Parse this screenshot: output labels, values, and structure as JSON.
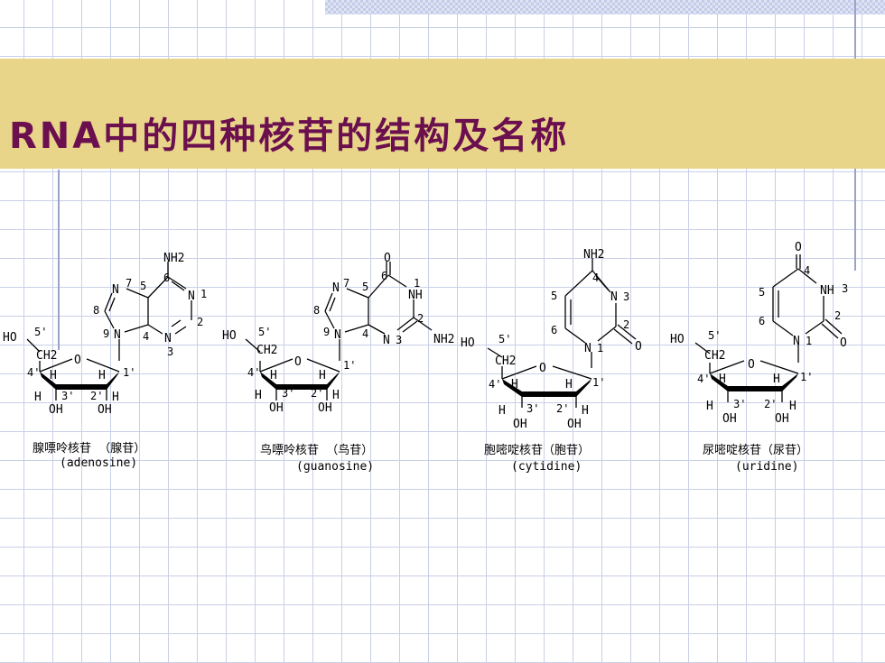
{
  "slide": {
    "title": "RNA中的四种核苷的结构及名称"
  },
  "nucleosides": [
    {
      "name_cn": "腺嘌呤核苷  （腺苷）",
      "name_en": "(adenosine)",
      "base": {
        "substituent": "NH2",
        "atoms": [
          "N",
          "N",
          "N",
          "N"
        ],
        "ring_numbers": [
          "1",
          "2",
          "3",
          "4",
          "5",
          "6",
          "7",
          "8",
          "9"
        ]
      }
    },
    {
      "name_cn": "鸟嘌呤核苷  （鸟苷）",
      "name_en": "(guanosine)",
      "base": {
        "substituent": "O",
        "amino": "NH2",
        "atoms": [
          "N",
          "NH",
          "N",
          "N"
        ],
        "ring_numbers": [
          "1",
          "2",
          "3",
          "4",
          "5",
          "6",
          "7",
          "8",
          "9"
        ]
      }
    },
    {
      "name_cn": "胞嘧啶核苷（胞苷）",
      "name_en": "(cytidine)",
      "base": {
        "substituent": "NH2",
        "carbonyl": "O",
        "atoms": [
          "N",
          "N"
        ],
        "ring_numbers": [
          "1",
          "2",
          "3",
          "4",
          "5",
          "6"
        ]
      }
    },
    {
      "name_cn": "尿嘧啶核苷（尿苷）",
      "name_en": "(uridine)",
      "base": {
        "substituent": "O",
        "carbonyl": "O",
        "atoms": [
          "NH",
          "N"
        ],
        "ring_numbers": [
          "1",
          "2",
          "3",
          "4",
          "5",
          "6"
        ]
      }
    }
  ],
  "sugar": {
    "ho": "HO",
    "ch2": "CH2",
    "ring_o": "O",
    "h": "H",
    "oh": "OH",
    "pos_5": "5'",
    "pos_4": "4'",
    "pos_3": "3'",
    "pos_2": "2'",
    "pos_1": "1'"
  }
}
